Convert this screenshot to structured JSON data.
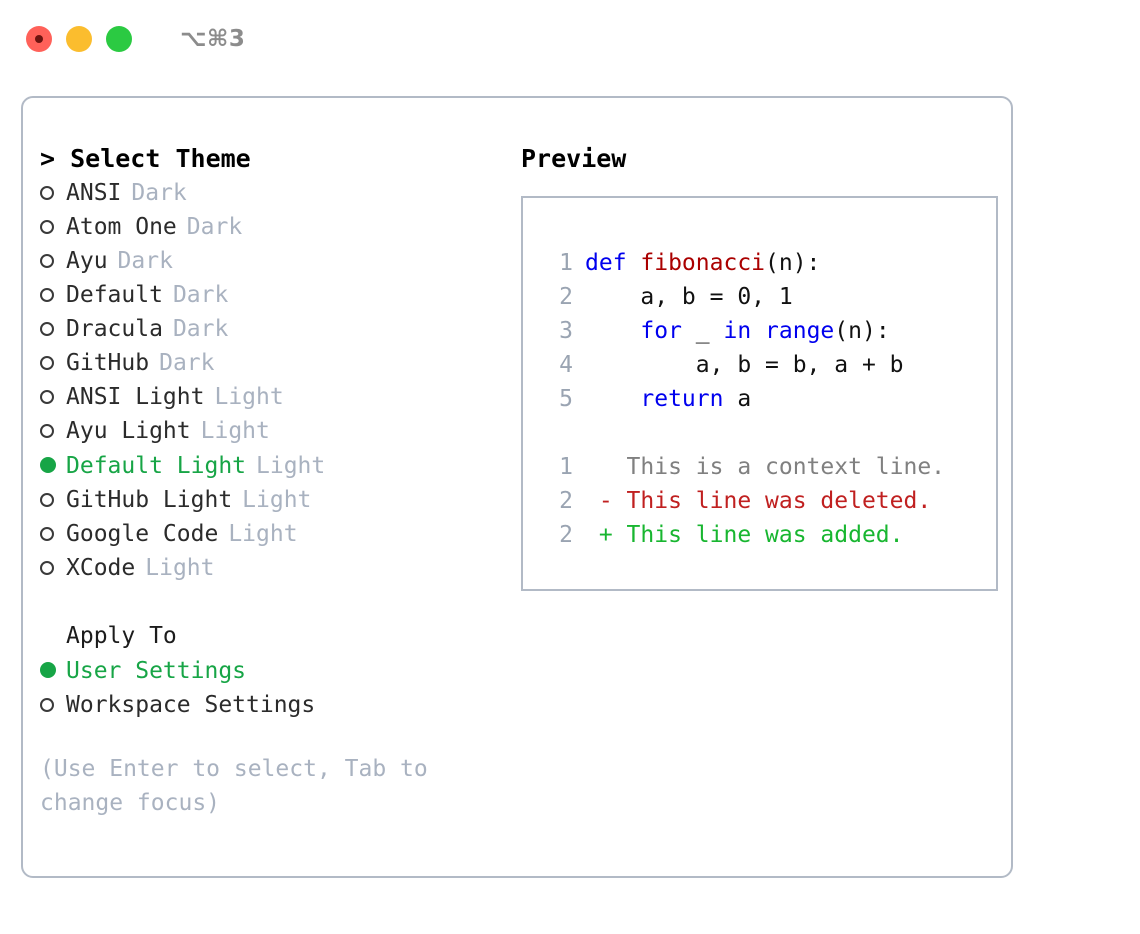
{
  "titlebar": {
    "shortcut": "⌥⌘3",
    "buttons": [
      {
        "name": "close",
        "color": "#ff6159"
      },
      {
        "name": "minimize",
        "color": "#fbbd2e"
      },
      {
        "name": "maximize",
        "color": "#2bca42"
      }
    ]
  },
  "theme_list": {
    "heading": "> Select Theme",
    "marker_unselected": "o",
    "marker_selected": "●",
    "items": [
      {
        "label": "ANSI",
        "tag": "Dark",
        "selected": false
      },
      {
        "label": "Atom One",
        "tag": "Dark",
        "selected": false
      },
      {
        "label": "Ayu",
        "tag": "Dark",
        "selected": false
      },
      {
        "label": "Default",
        "tag": "Dark",
        "selected": false
      },
      {
        "label": "Dracula",
        "tag": "Dark",
        "selected": false
      },
      {
        "label": "GitHub",
        "tag": "Dark",
        "selected": false
      },
      {
        "label": "ANSI Light",
        "tag": "Light",
        "selected": false
      },
      {
        "label": "Ayu Light",
        "tag": "Light",
        "selected": false
      },
      {
        "label": "Default Light",
        "tag": "Light",
        "selected": true
      },
      {
        "label": "GitHub Light",
        "tag": "Light",
        "selected": false
      },
      {
        "label": "Google Code",
        "tag": "Light",
        "selected": false
      },
      {
        "label": "XCode",
        "tag": "Light",
        "selected": false
      }
    ]
  },
  "apply_to": {
    "title": "Apply To",
    "items": [
      {
        "label": "User Settings",
        "selected": true
      },
      {
        "label": "Workspace Settings",
        "selected": false
      }
    ]
  },
  "help": {
    "text": "(Use Enter to select, Tab to change focus)"
  },
  "preview": {
    "title": "Preview",
    "code": [
      {
        "lineno": "1",
        "tokens": [
          {
            "t": "def ",
            "c": "kw"
          },
          {
            "t": "fibonacci",
            "c": "fn"
          },
          {
            "t": "(n):",
            "c": "pl"
          }
        ]
      },
      {
        "lineno": "2",
        "tokens": [
          {
            "t": "    a, b = 0, 1",
            "c": "pl"
          }
        ]
      },
      {
        "lineno": "3",
        "tokens": [
          {
            "t": "    ",
            "c": "pl"
          },
          {
            "t": "for",
            "c": "kw"
          },
          {
            "t": " _ ",
            "c": "pl"
          },
          {
            "t": "in",
            "c": "kw"
          },
          {
            "t": " ",
            "c": "pl"
          },
          {
            "t": "range",
            "c": "kw"
          },
          {
            "t": "(n):",
            "c": "pl"
          }
        ]
      },
      {
        "lineno": "4",
        "tokens": [
          {
            "t": "        a, b = b, a + b",
            "c": "pl"
          }
        ]
      },
      {
        "lineno": "5",
        "tokens": [
          {
            "t": "    ",
            "c": "pl"
          },
          {
            "t": "return",
            "c": "kw"
          },
          {
            "t": " a",
            "c": "pl"
          }
        ]
      }
    ],
    "diff": [
      {
        "lineno": "1",
        "text": "   This is a context line.",
        "kind": "ctx"
      },
      {
        "lineno": "2",
        "text": " - This line was deleted.",
        "kind": "del"
      },
      {
        "lineno": "2",
        "text": " + This line was added.",
        "kind": "add"
      }
    ]
  },
  "colors": {
    "accent_green": "#17a546",
    "muted_grey": "#a9b2c0",
    "border": "#b2bac6",
    "keyword_blue": "#0000ee",
    "function_red": "#aa0000",
    "diff_deleted": "#c02020",
    "diff_added": "#18b630"
  }
}
